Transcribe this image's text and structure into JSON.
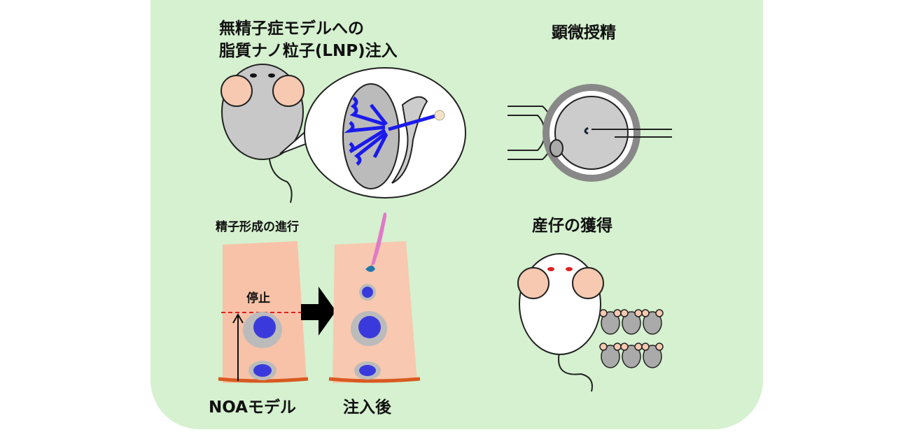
{
  "title_lnp": {
    "line1": "無精子症モデルへの",
    "line2": "脂質ナノ粒子(LNP)注入"
  },
  "title_icsi": "顕微授精",
  "title_spermatogenesis": "精子形成の進行",
  "label_stop": "停止",
  "label_noa": "NOAモデル",
  "label_after": "注入後",
  "title_offspring": "産仔の獲得",
  "colors": {
    "panel": "#d5f1cf",
    "tubule": "#f8c8b0",
    "nucleus": "#3a3adc",
    "lnp": "#1a1aee",
    "dashed": "#e02020"
  }
}
